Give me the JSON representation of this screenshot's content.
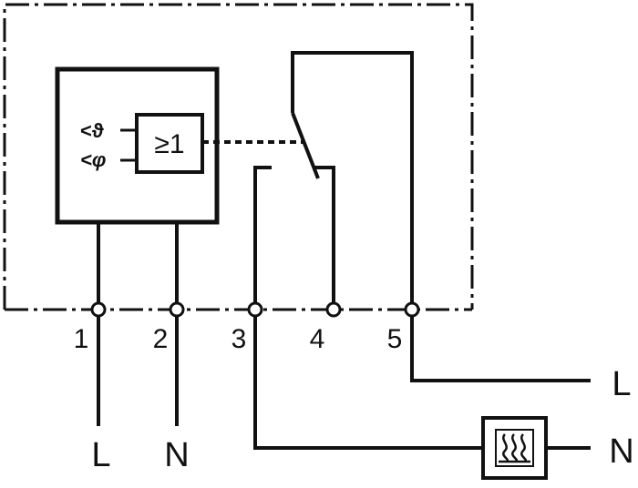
{
  "diagram": {
    "logic_gate_label": "≥1",
    "conditions": [
      "<ϑ",
      "<φ"
    ],
    "terminals": [
      "1",
      "2",
      "3",
      "4",
      "5"
    ],
    "supply": {
      "t1": "L",
      "t2": "N",
      "t5": "L",
      "heater_return": "N"
    },
    "heater_icon": "heater-icon"
  }
}
